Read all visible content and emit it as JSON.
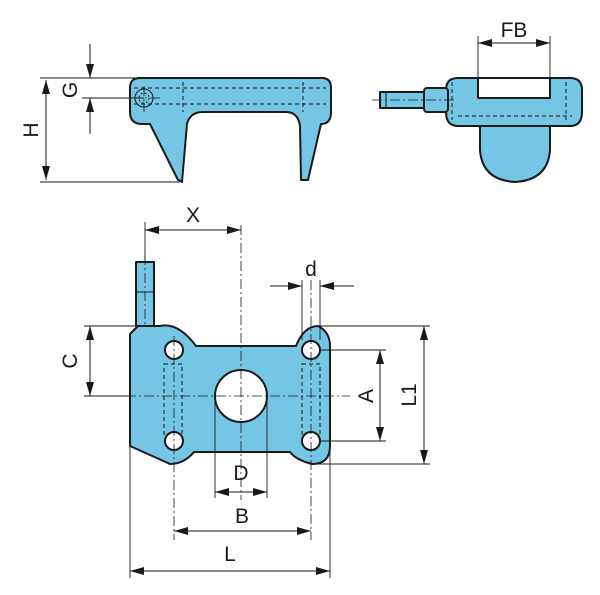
{
  "labels": {
    "fb": "FB",
    "g": "G",
    "h": "H",
    "x": "X",
    "d_small": "d",
    "c": "C",
    "a": "A",
    "l1": "L1",
    "d_large": "D",
    "b": "B",
    "l": "L"
  },
  "colors": {
    "part_fill": "#74c6e4",
    "line": "#1a1a1a",
    "background": "#ffffff"
  }
}
